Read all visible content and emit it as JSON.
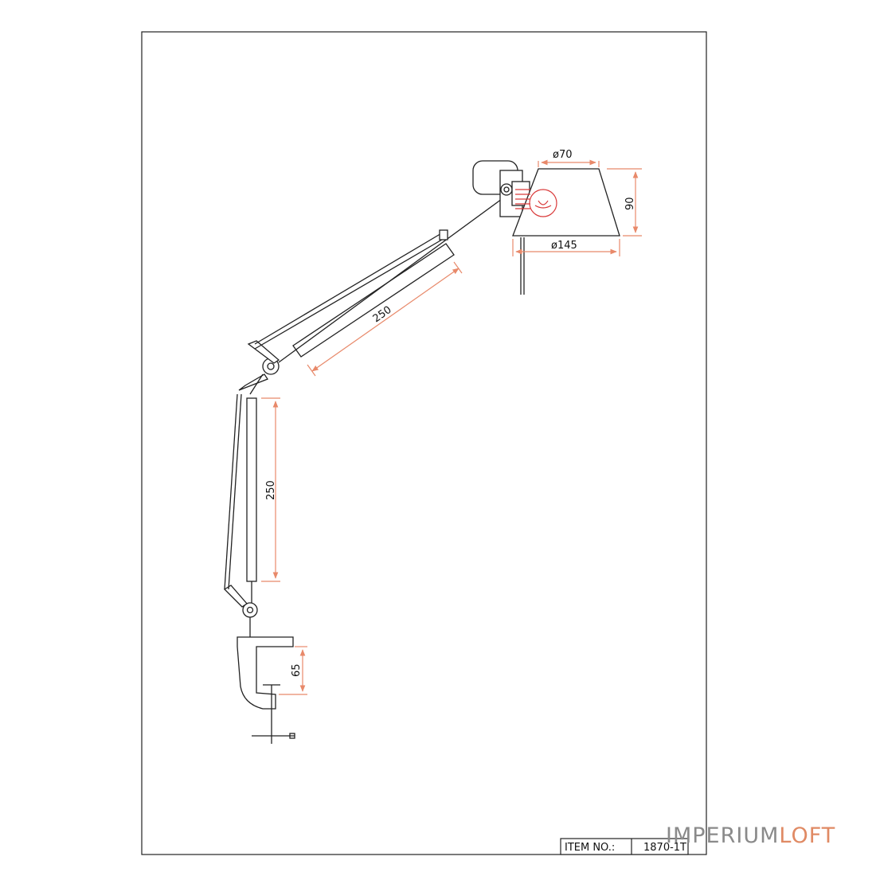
{
  "drawing": {
    "dimensions": {
      "shade_top_diameter": "ø70",
      "shade_height": "90",
      "shade_bottom_diameter": "ø145",
      "upper_arm_length": "250",
      "lower_arm_length": "250",
      "clamp_height": "65"
    },
    "colors": {
      "outline": "#222222",
      "dimension_line": "#e8896a",
      "bulb": "#d93a3a"
    }
  },
  "title_block": {
    "item_label": "ITEM NO.:",
    "item_value": "1870-1T"
  },
  "watermark": {
    "part1": "IMPERIUM",
    "part2": "LOFT"
  }
}
